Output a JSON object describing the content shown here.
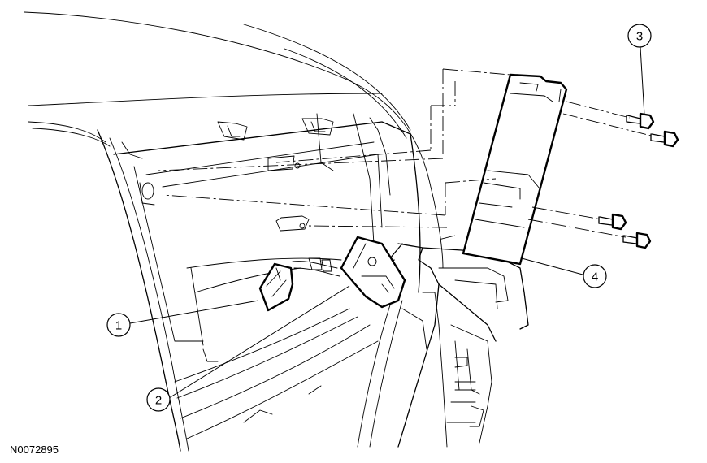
{
  "figure": {
    "id": "N0072895"
  },
  "callouts": [
    {
      "number": "1"
    },
    {
      "number": "2"
    },
    {
      "number": "3"
    },
    {
      "number": "4"
    }
  ]
}
